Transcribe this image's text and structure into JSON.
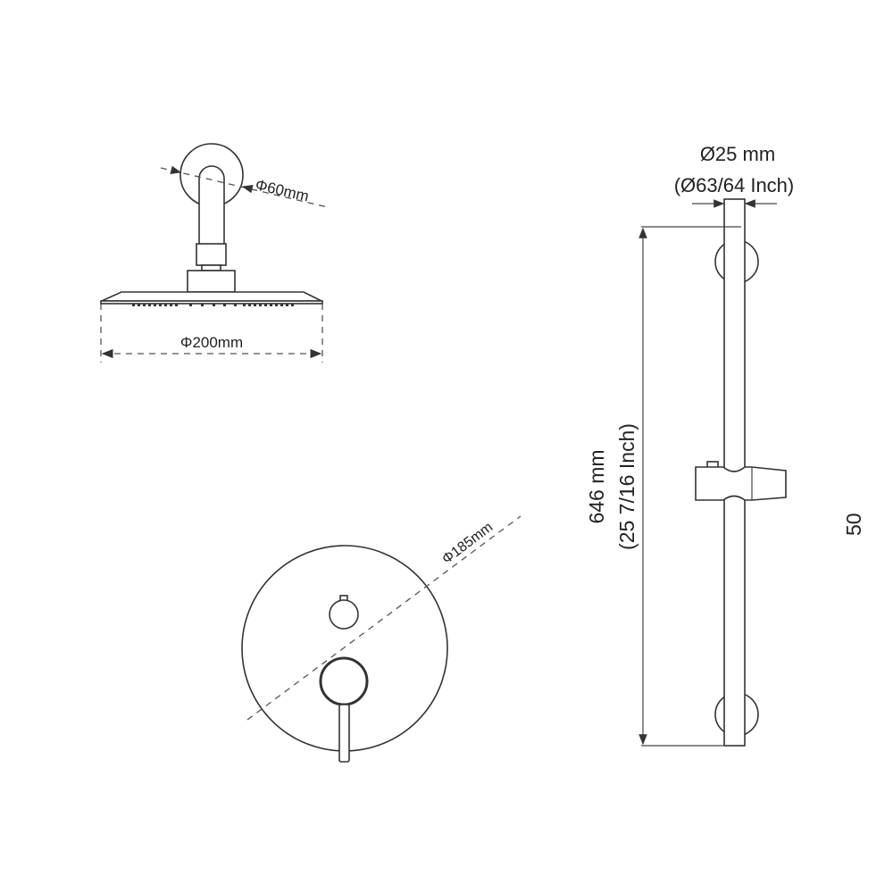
{
  "shower_head": {
    "flange_diameter_label": "Φ60mm",
    "head_diameter_label": "Φ200mm"
  },
  "mixer": {
    "plate_diameter_label": "Φ185mm"
  },
  "rail": {
    "rail_diameter_mm_label": "Ø25 mm",
    "rail_diameter_inch_label": "(Ø63/64 Inch)",
    "length_mm_label": "646 mm",
    "length_inch_label": "(25 7/16 Inch)",
    "cropped_label": "50"
  },
  "colors": {
    "line": "#333333",
    "background": "#ffffff"
  }
}
